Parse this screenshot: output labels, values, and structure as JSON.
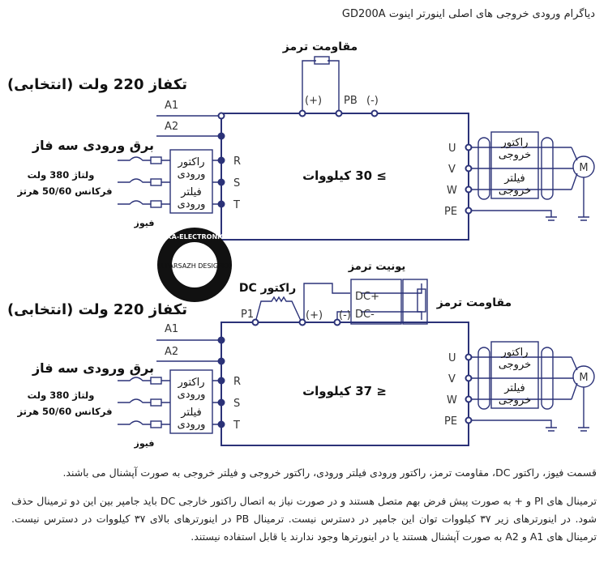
{
  "title": "دیاگرام ورودی خروجی های اصلی اینورتر اینوت GD200A",
  "diagram_top": {
    "brake_resistor": "مقاومت ترمز",
    "plus": "(+)",
    "pb": "PB",
    "minus": "(-)",
    "single_phase": "تکفاز 220 ولت (انتخابی)",
    "a1": "A1",
    "a2": "A2",
    "three_phase": "برق ورودی سه فاز",
    "voltage": "ولتاژ 380 ولت",
    "frequency": "فرکانس 50/60 هرتز",
    "fuse": "فیوز",
    "input_reactor_1": "راکتور",
    "input_reactor_2": "ورودی",
    "input_filter_1": "فیلتر",
    "input_filter_2": "ورودی",
    "r": "R",
    "s": "S",
    "t": "T",
    "power": "≥ 30 کیلووات",
    "u": "U",
    "v": "V",
    "w": "W",
    "pe": "PE",
    "output_reactor_1": "راکتور",
    "output_reactor_2": "خروجی",
    "output_filter_1": "فیلتر",
    "output_filter_2": "خروجی",
    "motor": "M"
  },
  "diagram_bottom": {
    "brake_unit": "یونیت ترمز",
    "dc_reactor": "راکتور DC",
    "dc_plus": "DC+",
    "dc_minus": "DC-",
    "brake_resistor": "مقاومت ترمز",
    "p1": "P1",
    "plus": "(+)",
    "minus": "(-)",
    "single_phase": "تکفاز 220 ولت (انتخابی)",
    "a1": "A1",
    "a2": "A2",
    "three_phase": "برق ورودی سه فاز",
    "voltage": "ولتاژ 380 ولت",
    "frequency": "فرکانس 50/60 هرتز",
    "fuse": "فیوز",
    "input_reactor_1": "راکتور",
    "input_reactor_2": "ورودی",
    "input_filter_1": "فیلتر",
    "input_filter_2": "ورودی",
    "r": "R",
    "s": "S",
    "t": "T",
    "power": "≤ 37 کیلووات",
    "u": "U",
    "v": "V",
    "w": "W",
    "pe": "PE",
    "output_reactor_1": "راکتور",
    "output_reactor_2": "خروجی",
    "output_filter_1": "فیلتر",
    "output_filter_2": "خروجی",
    "motor": "M"
  },
  "watermark": {
    "text": "SICKA-ELECTRONIC.IR",
    "sub": "IR PARSAZH DESIGNED"
  },
  "paragraphs": [
    "قسمت فیوز، راکتور DC، مقاومت ترمز، راکتور ورودی فیلتر ورودی، راکتور خروجی و فیلتر خروجی به صورت آپشنال می باشند.",
    "ترمینال های PI و + به صورت پیش فرض بهم متصل هستند و در صورت نیاز به اتصال راکتور خارجی DC باید جامپر بین این دو ترمینال حذف شود. در اینورترهای زیر ۳۷ کیلووات توان این جامپر در دسترس نیست. ترمینال PB در اینورترهای بالای ۳۷ کیلووات در دسترس نیست. ترمینال های A1 و A2 به صورت آپشنال هستند یا در اینورترها وجود ندارند یا قابل استفاده نیستند."
  ]
}
